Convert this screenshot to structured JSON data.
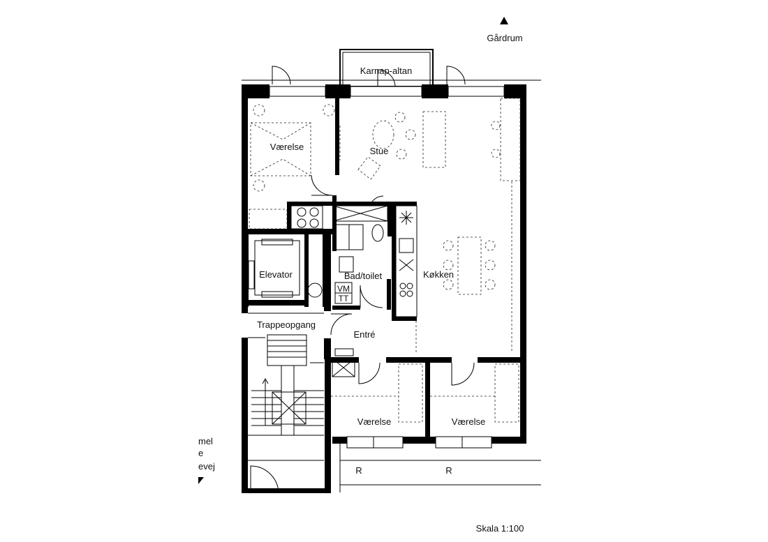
{
  "north": {
    "label": "Gårdrum"
  },
  "rooms": {
    "balcony": "Karnap-altan",
    "bedroom_1": "Værelse",
    "living": "Stue",
    "bathroom": "Bad/toilet",
    "kitchen": "Køkken",
    "elevator": "Elevator",
    "stairwell": "Trappeopgang",
    "entry": "Entré",
    "bedroom_2": "Værelse",
    "bedroom_3": "Værelse"
  },
  "fixtures": {
    "vm": "VM",
    "tt": "TT",
    "radiator_1": "R",
    "radiator_2": "R"
  },
  "street": {
    "line_1": "mel",
    "line_2": "e",
    "line_3": "evej"
  },
  "scale": "Skala 1:100"
}
